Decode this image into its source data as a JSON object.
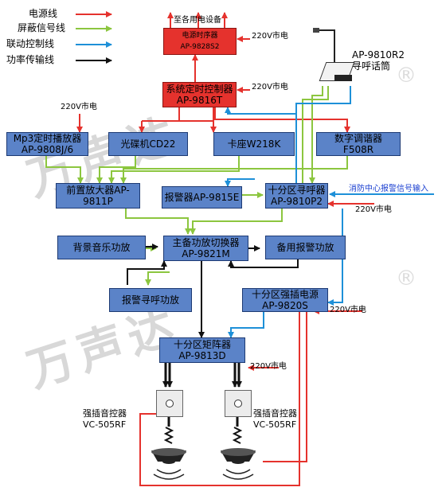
{
  "legend": [
    {
      "label": "电源线",
      "color": "#e5322d"
    },
    {
      "label": "屏蔽信号线",
      "color": "#8cc63f"
    },
    {
      "label": "联动控制线",
      "color": "#1e90d8"
    },
    {
      "label": "功率传输线",
      "color": "#111111"
    }
  ],
  "watermark": {
    "text_top": "万声达",
    "text_bottom": "万声达",
    "registered": "®"
  },
  "boxes": {
    "sequencer": {
      "line1": "电源时序器",
      "line2": "AP-9828S2"
    },
    "timer_controller": {
      "line1": "系统定时控制器",
      "line2": "AP-9816T"
    },
    "mp3_player": {
      "line1": "Mp3定时播放器",
      "line2": "AP-9808J/6"
    },
    "cd_player": {
      "line1": "光碟机CD22",
      "line2": ""
    },
    "tape_deck": {
      "line1": "卡座W218K",
      "line2": ""
    },
    "tuner": {
      "line1": "数字调谐器",
      "line2": "F508R"
    },
    "preamp": {
      "line1": "前置放大器AP-9811P",
      "line2": ""
    },
    "alarm": {
      "line1": "报警器AP-9815E",
      "line2": ""
    },
    "zone_pager": {
      "line1": "十分区寻呼器",
      "line2": "AP-9810P2"
    },
    "bg_amp": {
      "line1": "背景音乐功放",
      "line2": ""
    },
    "switcher": {
      "line1": "主备功放切换器",
      "line2": "AP-9821M"
    },
    "backup_amp": {
      "line1": "备用报警功放",
      "line2": ""
    },
    "alarm_amp": {
      "line1": "报警寻呼功放",
      "line2": ""
    },
    "power_supply": {
      "line1": "十分区强插电源",
      "line2": "AP-9820S"
    },
    "matrix": {
      "line1": "十分区矩阵器",
      "line2": "AP-9813D"
    }
  },
  "labels": {
    "to_equipment": "至各用电设备",
    "mains_1": "220V市电",
    "mains_2": "220V市电",
    "mains_3": "220V市电",
    "mains_4": "220V市电",
    "mains_5": "220V市电",
    "mains_6": "220V市电",
    "mic_model": "AP-9810R2",
    "mic_name": "寻呼话筒",
    "fire_input": "消防中心报警信号输入",
    "vc_left_name": "强插音控器",
    "vc_left_model": "VC-505RF",
    "vc_right_name": "强插音控器",
    "vc_right_model": "VC-505RF"
  }
}
